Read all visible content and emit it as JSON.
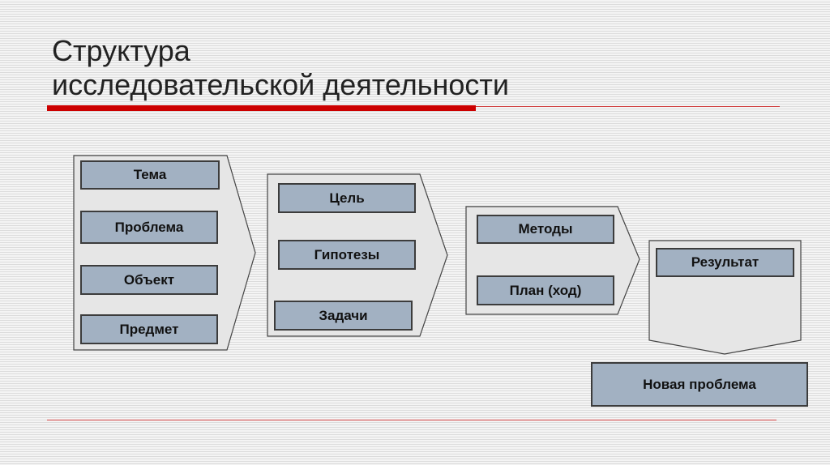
{
  "title": {
    "line1": "Структура",
    "line2": "исследовательской деятельности"
  },
  "stages": [
    {
      "items": [
        "Тема",
        "Проблема",
        "Объект",
        "Предмет"
      ]
    },
    {
      "items": [
        "Цель",
        "Гипотезы",
        "Задачи"
      ]
    },
    {
      "items": [
        "Методы",
        "План (ход)"
      ]
    },
    {
      "items": [
        "Результат"
      ]
    }
  ],
  "new_problem": "Новая проблема",
  "colors": {
    "accent": "#cc0000",
    "box_fill": "#a2b1c2",
    "shape_fill": "#e6e6e6"
  }
}
